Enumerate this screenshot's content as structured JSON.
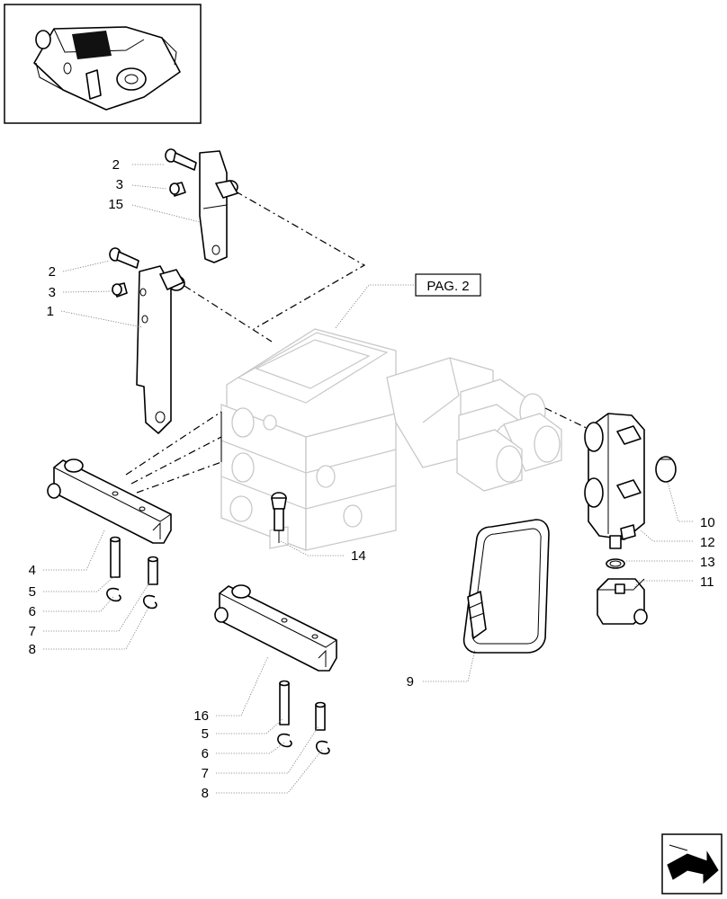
{
  "page_ref": "PAG. 2",
  "callouts": {
    "c2a": "2",
    "c3a": "3",
    "c15": "15",
    "c2b": "2",
    "c3b": "3",
    "c1": "1",
    "c4": "4",
    "c5a": "5",
    "c6a": "6",
    "c7a": "7",
    "c8a": "8",
    "c16": "16",
    "c5b": "5",
    "c6b": "6",
    "c7b": "7",
    "c8b": "8",
    "c14": "14",
    "c9": "9",
    "c10": "10",
    "c12": "12",
    "c13": "13",
    "c11": "11"
  },
  "icons": {
    "thumbnail": "assembly-thumbnail-icon",
    "nav": "next-page-arrow-icon"
  }
}
